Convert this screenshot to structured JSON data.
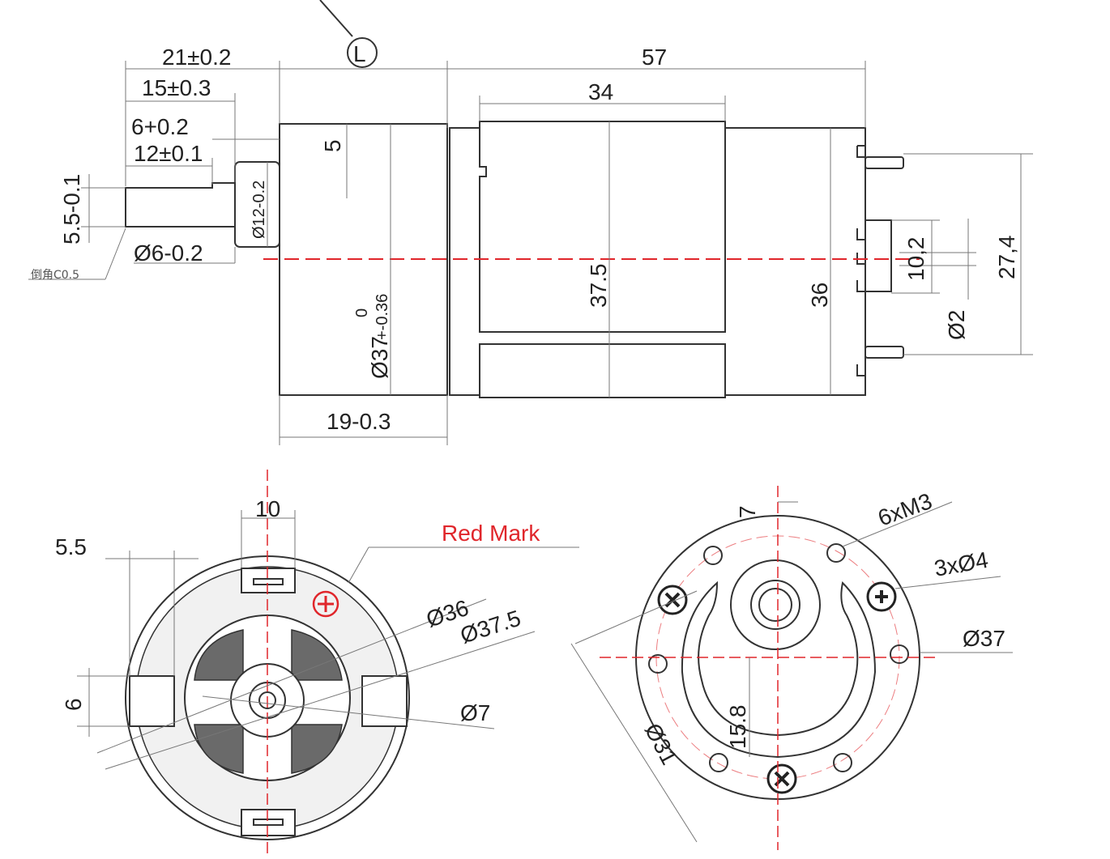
{
  "side_view": {
    "callout_L": "L",
    "dim_21": "21±0.2",
    "dim_15": "15±0.3",
    "dim_6": "6+0.2",
    "dim_12": "12±0.1",
    "dim_5_5": "5.5-0.1",
    "dim_shaft_dia": "Ø6-0.2",
    "chamfer": "倒角C0.5",
    "dim_boss_dia": "Ø12-0.2",
    "dim_5": "5",
    "dim_gearbox_dia": "Ø37",
    "dim_gearbox_tol_upper": "0",
    "dim_gearbox_tol_lower": "+-0.36",
    "dim_19": "19-0.3",
    "dim_57": "57",
    "dim_34": "34",
    "dim_37_5": "37.5",
    "dim_36": "36",
    "dim_27_4": "27,4",
    "dim_10_2": "10,2",
    "dim_pin_dia": "Ø2"
  },
  "rear_view": {
    "dim_10": "10",
    "dim_5_5": "5.5",
    "dim_6": "6",
    "red_mark": "Red Mark",
    "dim_36": "Ø36",
    "dim_37_5": "Ø37.5",
    "dim_7": "Ø7"
  },
  "front_view": {
    "dim_7": "7",
    "screws": "6xM3",
    "holes": "3xØ4",
    "dim_37": "Ø37",
    "dim_15_8": "15.8",
    "dim_31": "Ø31"
  },
  "colors": {
    "accent_red": "#e0262b",
    "line": "#333333"
  }
}
